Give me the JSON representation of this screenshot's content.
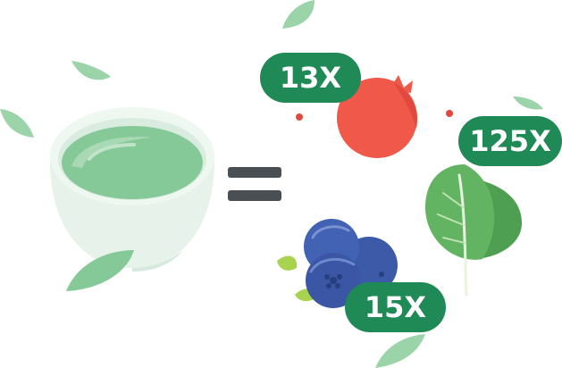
{
  "comparison": {
    "pomegranate": {
      "multiplier": "13X"
    },
    "spinach": {
      "multiplier": "125X"
    },
    "blueberries": {
      "multiplier": "15X"
    }
  },
  "colors": {
    "badge": "#1f8a55",
    "tea": "#86c998",
    "cup": "#e8f4ec",
    "leaf": "#90cfa2",
    "pomegranate": "#f0584a",
    "spinach": "#5fb060",
    "blueberry": "#3e5db0",
    "equals": "#4a4f54"
  },
  "icons": [
    "tea-cup-icon",
    "equals-icon",
    "pomegranate-icon",
    "spinach-icon",
    "blueberries-icon",
    "leaf-icon"
  ]
}
